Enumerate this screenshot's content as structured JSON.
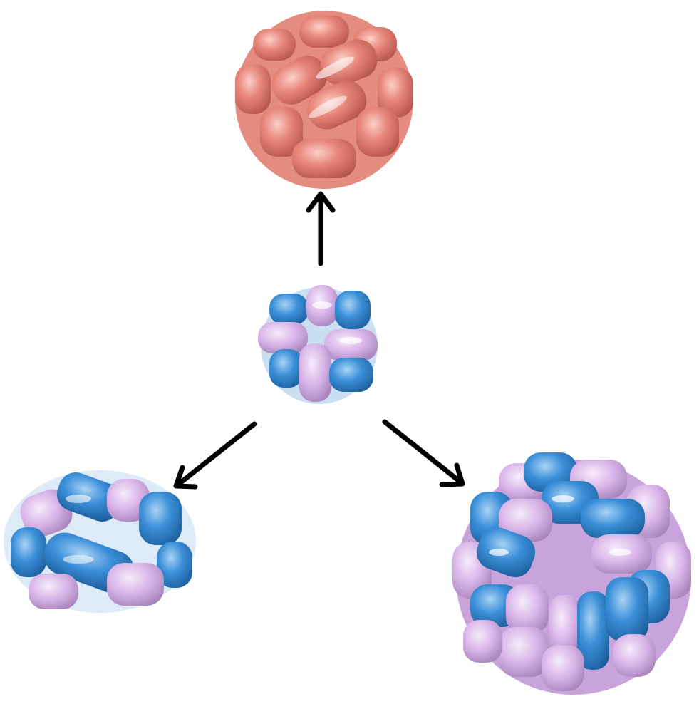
{
  "colors": {
    "background": "#ffffff",
    "cage_salmon": "#e8877c",
    "cage_salmon_dark": "#c96a60",
    "subunit_blue": "#3b8fd8",
    "subunit_blue_dark": "#1f6db3",
    "subunit_lilac": "#d8b4e8",
    "subunit_lilac_dark": "#b68ccb",
    "arrow": "#000000"
  },
  "nodes": [
    {
      "id": "center",
      "description_icon": "small-cage-icon"
    },
    {
      "id": "top",
      "description_icon": "salmon-cage-icon"
    },
    {
      "id": "bottom-left",
      "description_icon": "open-ring-cage-icon"
    },
    {
      "id": "bottom-right",
      "description_icon": "large-cage-icon"
    }
  ],
  "arrows": [
    {
      "from": "center",
      "to": "top"
    },
    {
      "from": "center",
      "to": "bottom-left"
    },
    {
      "from": "center",
      "to": "bottom-right"
    }
  ]
}
